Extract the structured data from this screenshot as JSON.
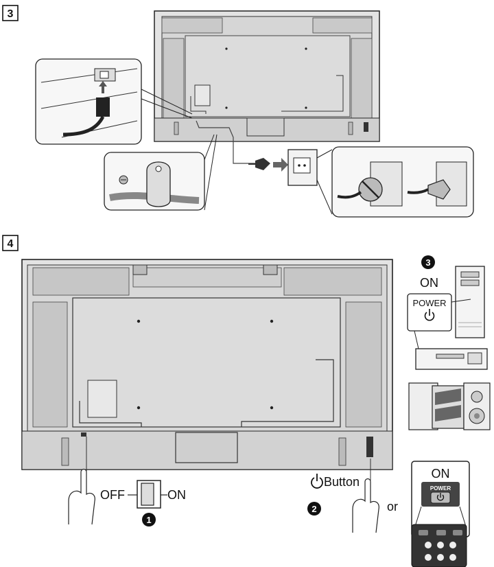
{
  "steps": {
    "step3": {
      "number": "3"
    },
    "step4": {
      "number": "4",
      "labels": {
        "off": "OFF",
        "on_switch": "ON",
        "power_button": "Button",
        "or": "or",
        "on_remote": "ON",
        "on_pc": "ON",
        "power_pc": "POWER",
        "power_remote": "POWER"
      },
      "circled_numbers": [
        "1",
        "2",
        "3"
      ]
    }
  },
  "icons": [
    "power-icon",
    "hand-icon",
    "plug-icon",
    "outlet-icon",
    "cable-clamp-icon",
    "screw-icon"
  ],
  "colors": {
    "line": "#1a1a1a",
    "panel": "#d9d9d9",
    "panel_dark": "#bdbdbd",
    "callout_bg": "#f2f2f2"
  }
}
